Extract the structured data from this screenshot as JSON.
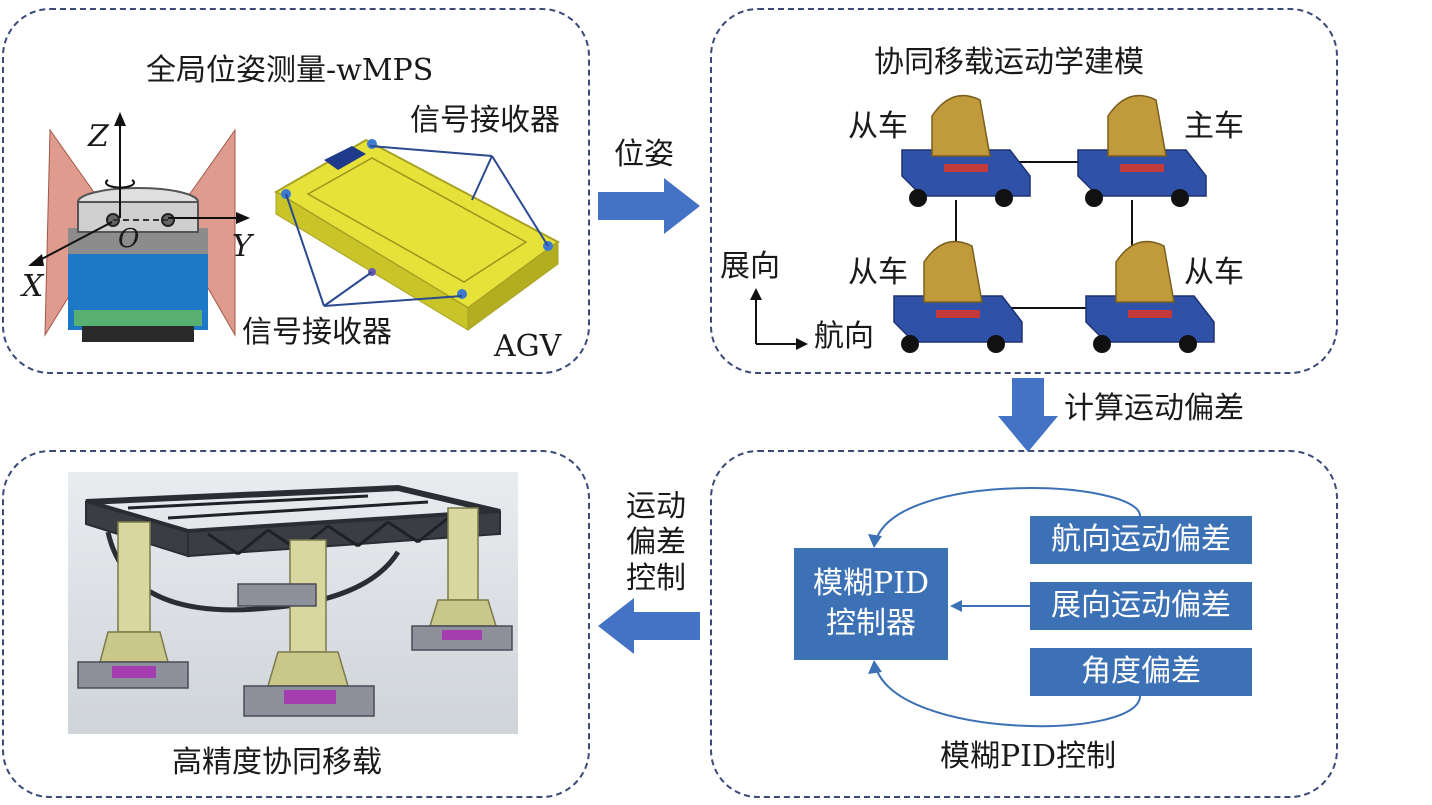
{
  "panels": {
    "wmps": {
      "title": "全局位姿测量-wMPS",
      "receiver_label_top": "信号接收器",
      "receiver_label_bottom": "信号接收器",
      "agv_label": "AGV",
      "axes": {
        "z": "Z",
        "x": "X",
        "y": "Y",
        "origin": "O"
      }
    },
    "kinematics": {
      "title": "协同移载运动学建模",
      "vehicles": {
        "top_left": "从车",
        "top_right": "主车",
        "bottom_left": "从车",
        "bottom_right": "从车"
      },
      "axis_span": "展向",
      "axis_heading": "航向"
    },
    "handling": {
      "title": "高精度协同移载"
    },
    "fuzzy_pid": {
      "title": "模糊PID控制",
      "controller_line1": "模糊PID",
      "controller_line2": "控制器",
      "inputs": [
        "航向运动偏差",
        "展向运动偏差",
        "角度偏差"
      ]
    }
  },
  "arrows": {
    "pose": "位姿",
    "compute": "计算运动偏差",
    "control_line1": "运动",
    "control_line2": "偏差",
    "control_line3": "控制"
  },
  "colors": {
    "panel_border": "#3b4a78",
    "arrow_blue": "#4472c4",
    "box_blue": "#3d71b6"
  }
}
